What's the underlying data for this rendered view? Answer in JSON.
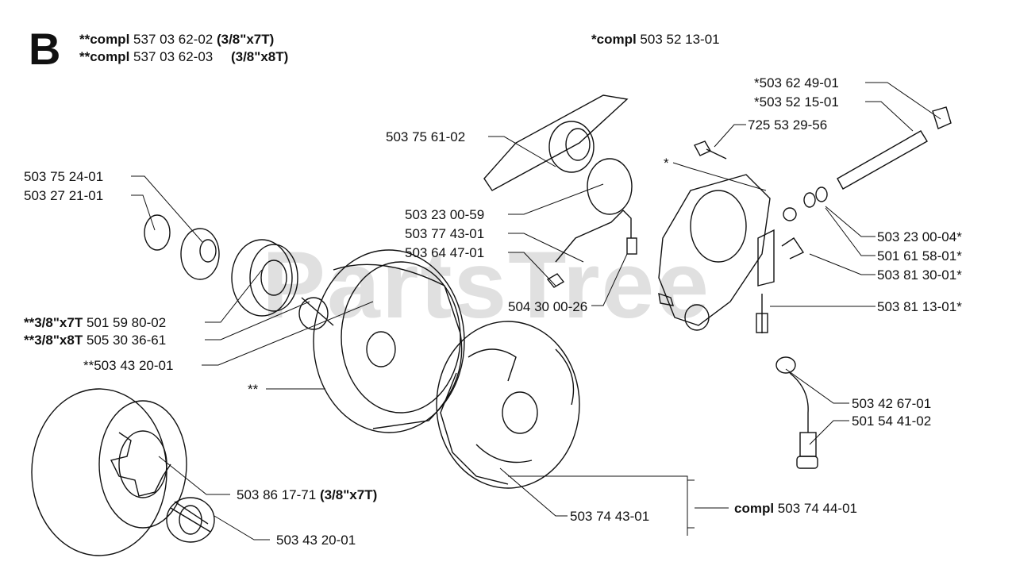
{
  "diagram": {
    "section_letter": "B",
    "watermark": "PartsTree",
    "headers": {
      "compl_a_star": "**compl",
      "compl_a_num": "537 03 62-02",
      "compl_a_spec": "(3/8\"x7T)",
      "compl_b_star": "**compl",
      "compl_b_num": "537 03 62-03",
      "compl_b_spec": "(3/8\"x8T)",
      "compl_c_star": "*compl",
      "compl_c_num": "503 52 13-01"
    },
    "labels": {
      "p_503624901": "*503 62 49-01",
      "p_503521501": "*503 52 15-01",
      "p_72553296": "725 53 29-56",
      "p_star": "*",
      "p_503756102": "503 75 61-02",
      "p_503752401": "503 75 24-01",
      "p_503272101": "503 27 21-01",
      "p_503230059": "503 23 00-59",
      "p_503774301": "503 77 43-01",
      "p_503644701": "503 64 47-01",
      "p_503230004": "503 23 00-04*",
      "p_501615801": "501 61 58-01*",
      "p_503813001": "503 81 30-01*",
      "p_504300026": "504 30 00-26",
      "p_503811301": "503 81 13-01*",
      "p_x7t_spec": "**3/8\"x7T",
      "p_x7t_num": "501 59 80-02",
      "p_x8t_spec": "**3/8\"x8T",
      "p_x8t_num": "505 30 36-61",
      "p_503432001a": "**503 43 20-01",
      "p_dstar": "**",
      "p_503426701": "503 42 67-01",
      "p_501544102": "501 54 41-02",
      "p_503861771": "503 86 17-71",
      "p_503861771_spec": "(3/8\"x7T)",
      "p_503744301": "503 74 43-01",
      "p_compl": "compl",
      "p_503744401": "503 74 44-01",
      "p_503432001b": "503 43 20-01"
    }
  }
}
